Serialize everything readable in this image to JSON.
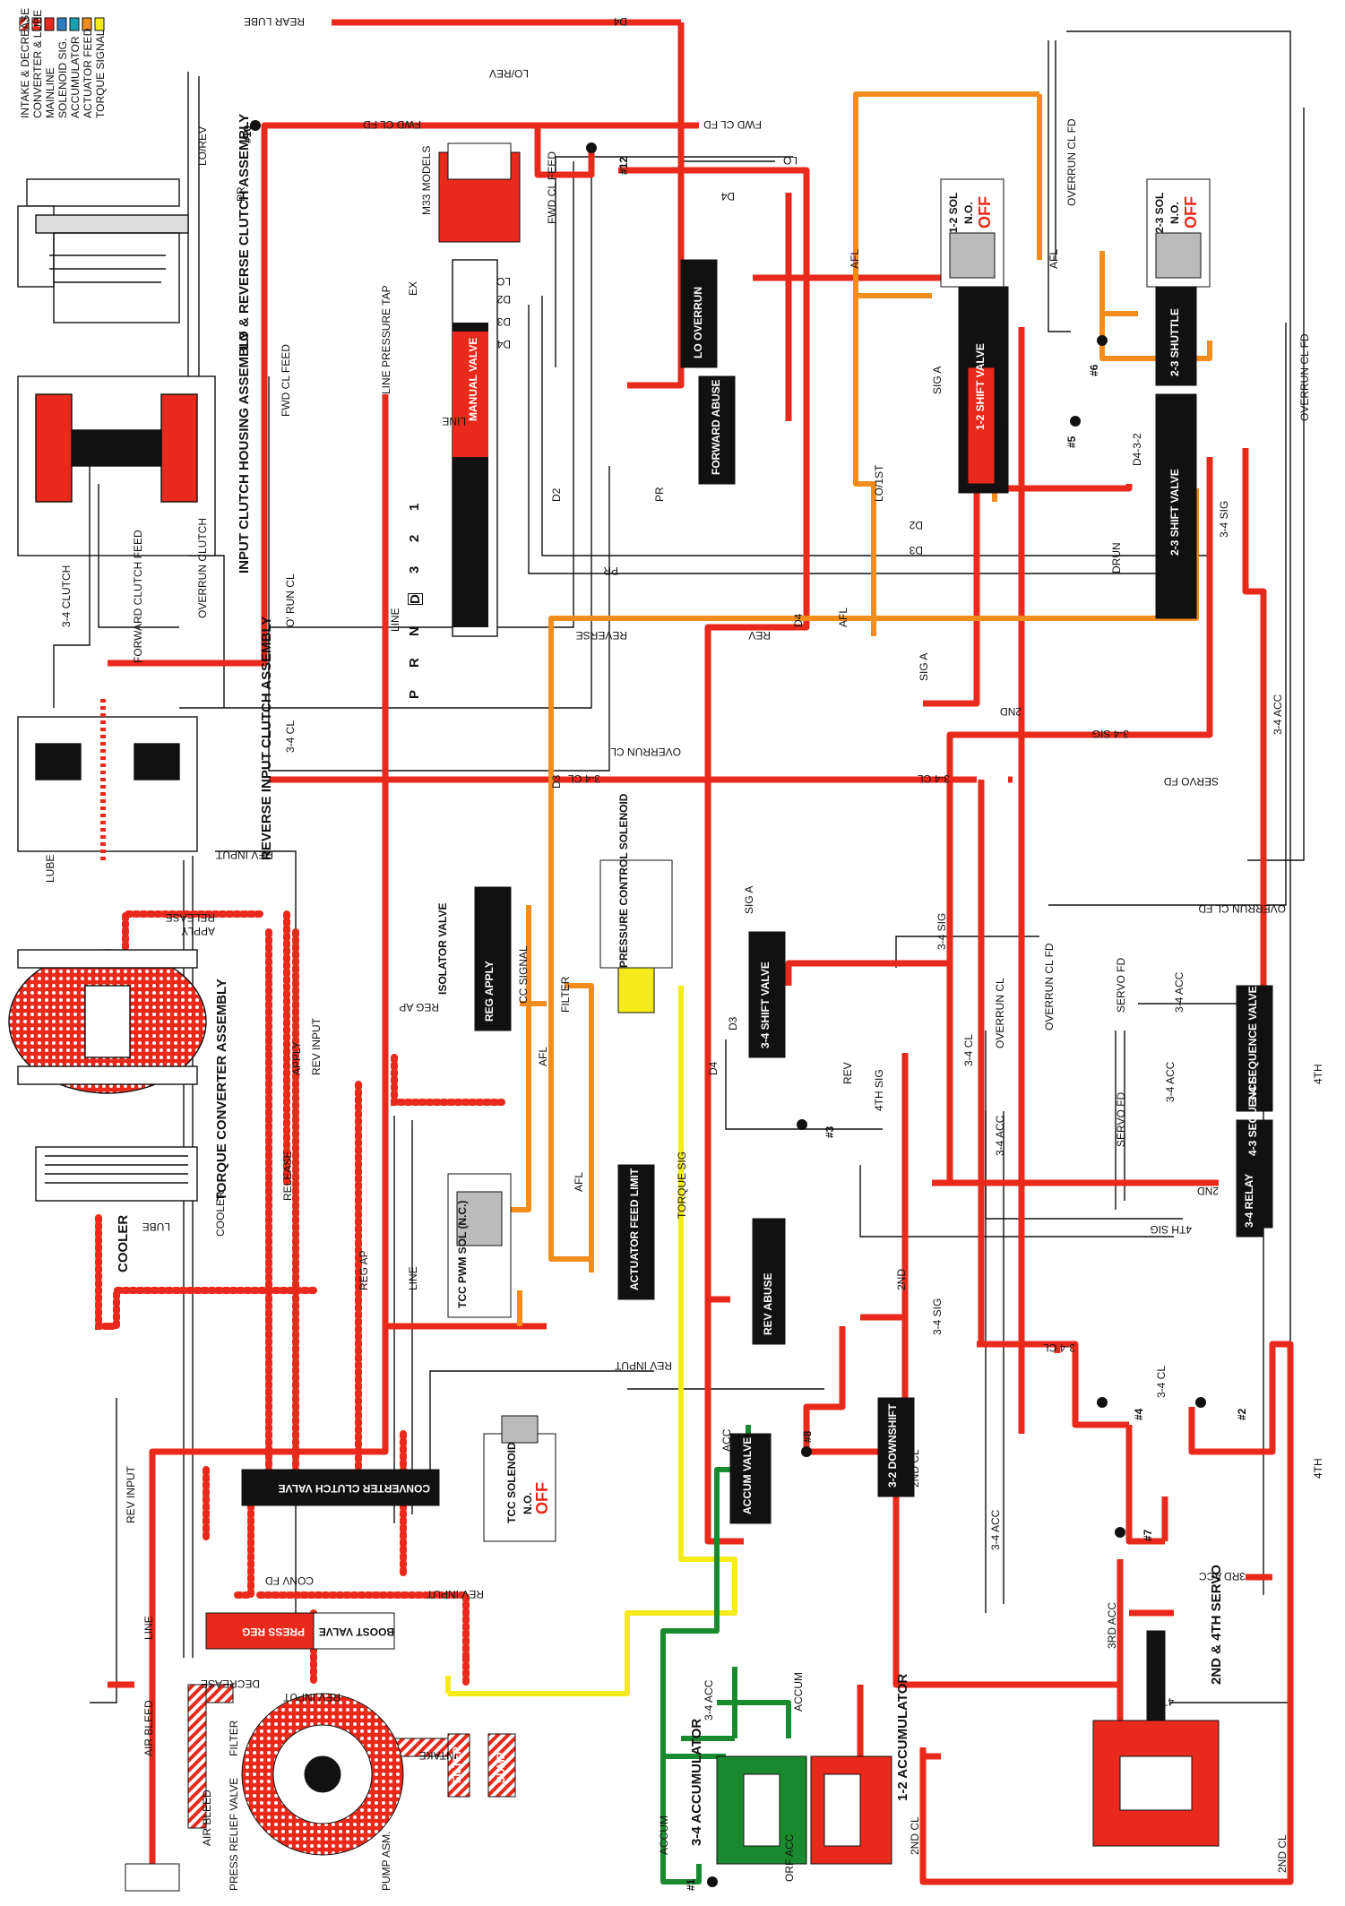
{
  "legend": {
    "items": [
      {
        "label": "INTAKE & DECREASE",
        "color": "#e8291b",
        "pattern": "hatch"
      },
      {
        "label": "CONVERTER & LUBE",
        "color": "#e8291b",
        "pattern": "dots"
      },
      {
        "label": "MAINLINE",
        "color": "#e8291b",
        "pattern": "solid"
      },
      {
        "label": "SOLENOID SIG.",
        "color": "#2a7fc1",
        "pattern": "solid"
      },
      {
        "label": "ACCUMULATOR",
        "color": "#16a0b0",
        "pattern": "solid"
      },
      {
        "label": "ACTUATOR FEED",
        "color": "#f28c1d",
        "pattern": "solid"
      },
      {
        "label": "TORQUE SIGNAL",
        "color": "#f5ea1a",
        "pattern": "solid"
      }
    ]
  },
  "colors": {
    "mainline": "#e8291b",
    "actuator_feed": "#f28c1d",
    "torque_signal": "#f5ea1a",
    "accumulator": "#1a8a2e",
    "exhaust": "#ffffff",
    "valve_body": "#111111"
  },
  "assemblies": {
    "lo_reverse": "LO & REVERSE CLUTCH ASSEMBLY",
    "input_clutch": "INPUT CLUTCH HOUSING ASSEMBLY",
    "reverse_input": "REVERSE INPUT CLUTCH ASSEMBLY",
    "torque_converter": "TORQUE CONVERTER ASSEMBLY",
    "cooler": "COOLER",
    "accum_34": "3-4 ACCUMULATOR",
    "accum_12": "1-2 ACCUMULATOR",
    "servo": "2ND & 4TH SERVO",
    "pump": "PUMP ASM.",
    "press_relief": "PRESS RELIEF VALVE",
    "m33": "M33 MODELS"
  },
  "valves": {
    "manual": "MANUAL VALVE",
    "shift_12": "1-2 SHIFT VALVE",
    "shift_23": "2-3 SHIFT VALVE",
    "shuttle_23": "2-3 SHUTTLE",
    "lo_overrun": "LO OVERRUN",
    "forward_abuse": "FORWARD ABUSE",
    "isolator": "ISOLATOR VALVE",
    "reg_apply": "REG APPLY",
    "shift_34": "3-4 SHIFT VALVE",
    "actuator_feed_limit": "ACTUATOR FEED LIMIT",
    "rev_abuse": "REV ABUSE",
    "downshift_32": "3-2 DOWNSHIFT",
    "accum_valve": "ACCUM VALVE",
    "sequence_34": "3-4 SEQUENCE VALVE",
    "relay_43": "4-3 SEQUENCE",
    "relay_34": "3-4 RELAY",
    "converter_clutch": "CONVERTER CLUTCH VALVE",
    "press_reg": "PRESS REG",
    "boost": "BOOST VALVE"
  },
  "solenoids": {
    "sol_12": {
      "name": "1-2 SOL",
      "type": "N.O.",
      "state": "OFF"
    },
    "sol_23": {
      "name": "2-3 SOL",
      "type": "N.O.",
      "state": "OFF"
    },
    "pcs": "PRESSURE CONTROL SOLENOID",
    "tcc_pwm": "TCC PWM SOL (N.C.)",
    "tcc": {
      "name": "TCC SOLENOID",
      "type": "N.O.",
      "state": "OFF"
    }
  },
  "gear_selector": {
    "positions": [
      "P",
      "R",
      "N",
      "D",
      "3",
      "2",
      "1"
    ],
    "selected": "D"
  },
  "passage_labels": {
    "rear_lube": "REAR LUBE",
    "d4": "D4",
    "lo_rev": "LO/REV",
    "fwd_cl_fd": "FWD CL FD",
    "fwd_cl_feed": "FWD CL FEED",
    "lo": "LO",
    "d2": "D2",
    "d3": "D3",
    "line": "LINE",
    "pr": "PR",
    "ex": "EX",
    "afl": "AFL",
    "overrun_cl_fd": "OVERRUN CL FD",
    "overrun_cl": "OVERRUN CL",
    "reverse": "REVERSE",
    "rev": "REV",
    "sig_a": "SIG A",
    "sig_34": "3-4 SIG",
    "cl_34": "3-4 CL",
    "acc_34": "3-4 ACC",
    "servo_fd": "SERVO FD",
    "second": "2ND",
    "rev_input": "REV INPUT",
    "o_run_cl": "O' RUN CL",
    "forward_clutch_feed": "FORWARD CLUTCH FEED",
    "overrun_clutch": "OVERRUN CLUTCH",
    "clutch_34": "3-4 CLUTCH",
    "lube": "LUBE",
    "release": "RELEASE",
    "apply": "APPLY",
    "reg_ap": "REG AP",
    "cc_signal": "CC SIGNAL",
    "filter": "FILTER",
    "torque_sig": "TORQUE SIG",
    "sig_4th": "4TH SIG",
    "fourth": "4TH",
    "cooler": "COOLER",
    "conv_fd": "CONV FD",
    "decrease": "DECREASE",
    "air_bleed": "AIR BLEED",
    "intake": "INTAKE",
    "sump": "SUMP",
    "lo_1st": "LO/1ST",
    "d432": "D4-3-2",
    "drun": "DRUN",
    "accum": "ACCUM",
    "acc": "ACC",
    "orf_acc": "ORF ACC",
    "cl_2nd": "2ND CL",
    "acc_3rd": "3RD ACC",
    "line_pressure_tap": "LINE PRESSURE TAP"
  },
  "check_balls": [
    "#1",
    "#2",
    "#3",
    "#4",
    "#5",
    "#6",
    "#7",
    "#8",
    "#10",
    "#12"
  ]
}
